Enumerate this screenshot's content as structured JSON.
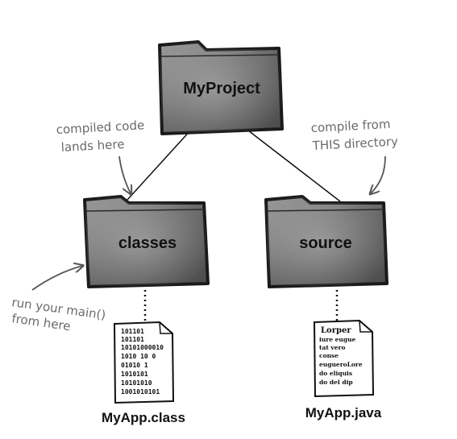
{
  "folders": {
    "root": "MyProject",
    "classes": "classes",
    "source": "source"
  },
  "annotations": {
    "compiled": [
      "compiled code",
      "lands here"
    ],
    "compile_from": [
      "compile from",
      "THIS directory"
    ],
    "run_main": [
      "run your main()",
      "from here"
    ]
  },
  "files": {
    "class_file": {
      "name": "MyApp.class",
      "lines": [
        "101101",
        "101101",
        "10101000010",
        "1010 10 0",
        "01010 1",
        "1010101",
        "10101010",
        "1001010101"
      ]
    },
    "java_file": {
      "name": "MyApp.java",
      "title": "Lorper",
      "lines": [
        "iure eugue",
        "tat vero",
        "conse",
        "eugueroLore",
        "do eliquis",
        "do del dip"
      ]
    }
  }
}
